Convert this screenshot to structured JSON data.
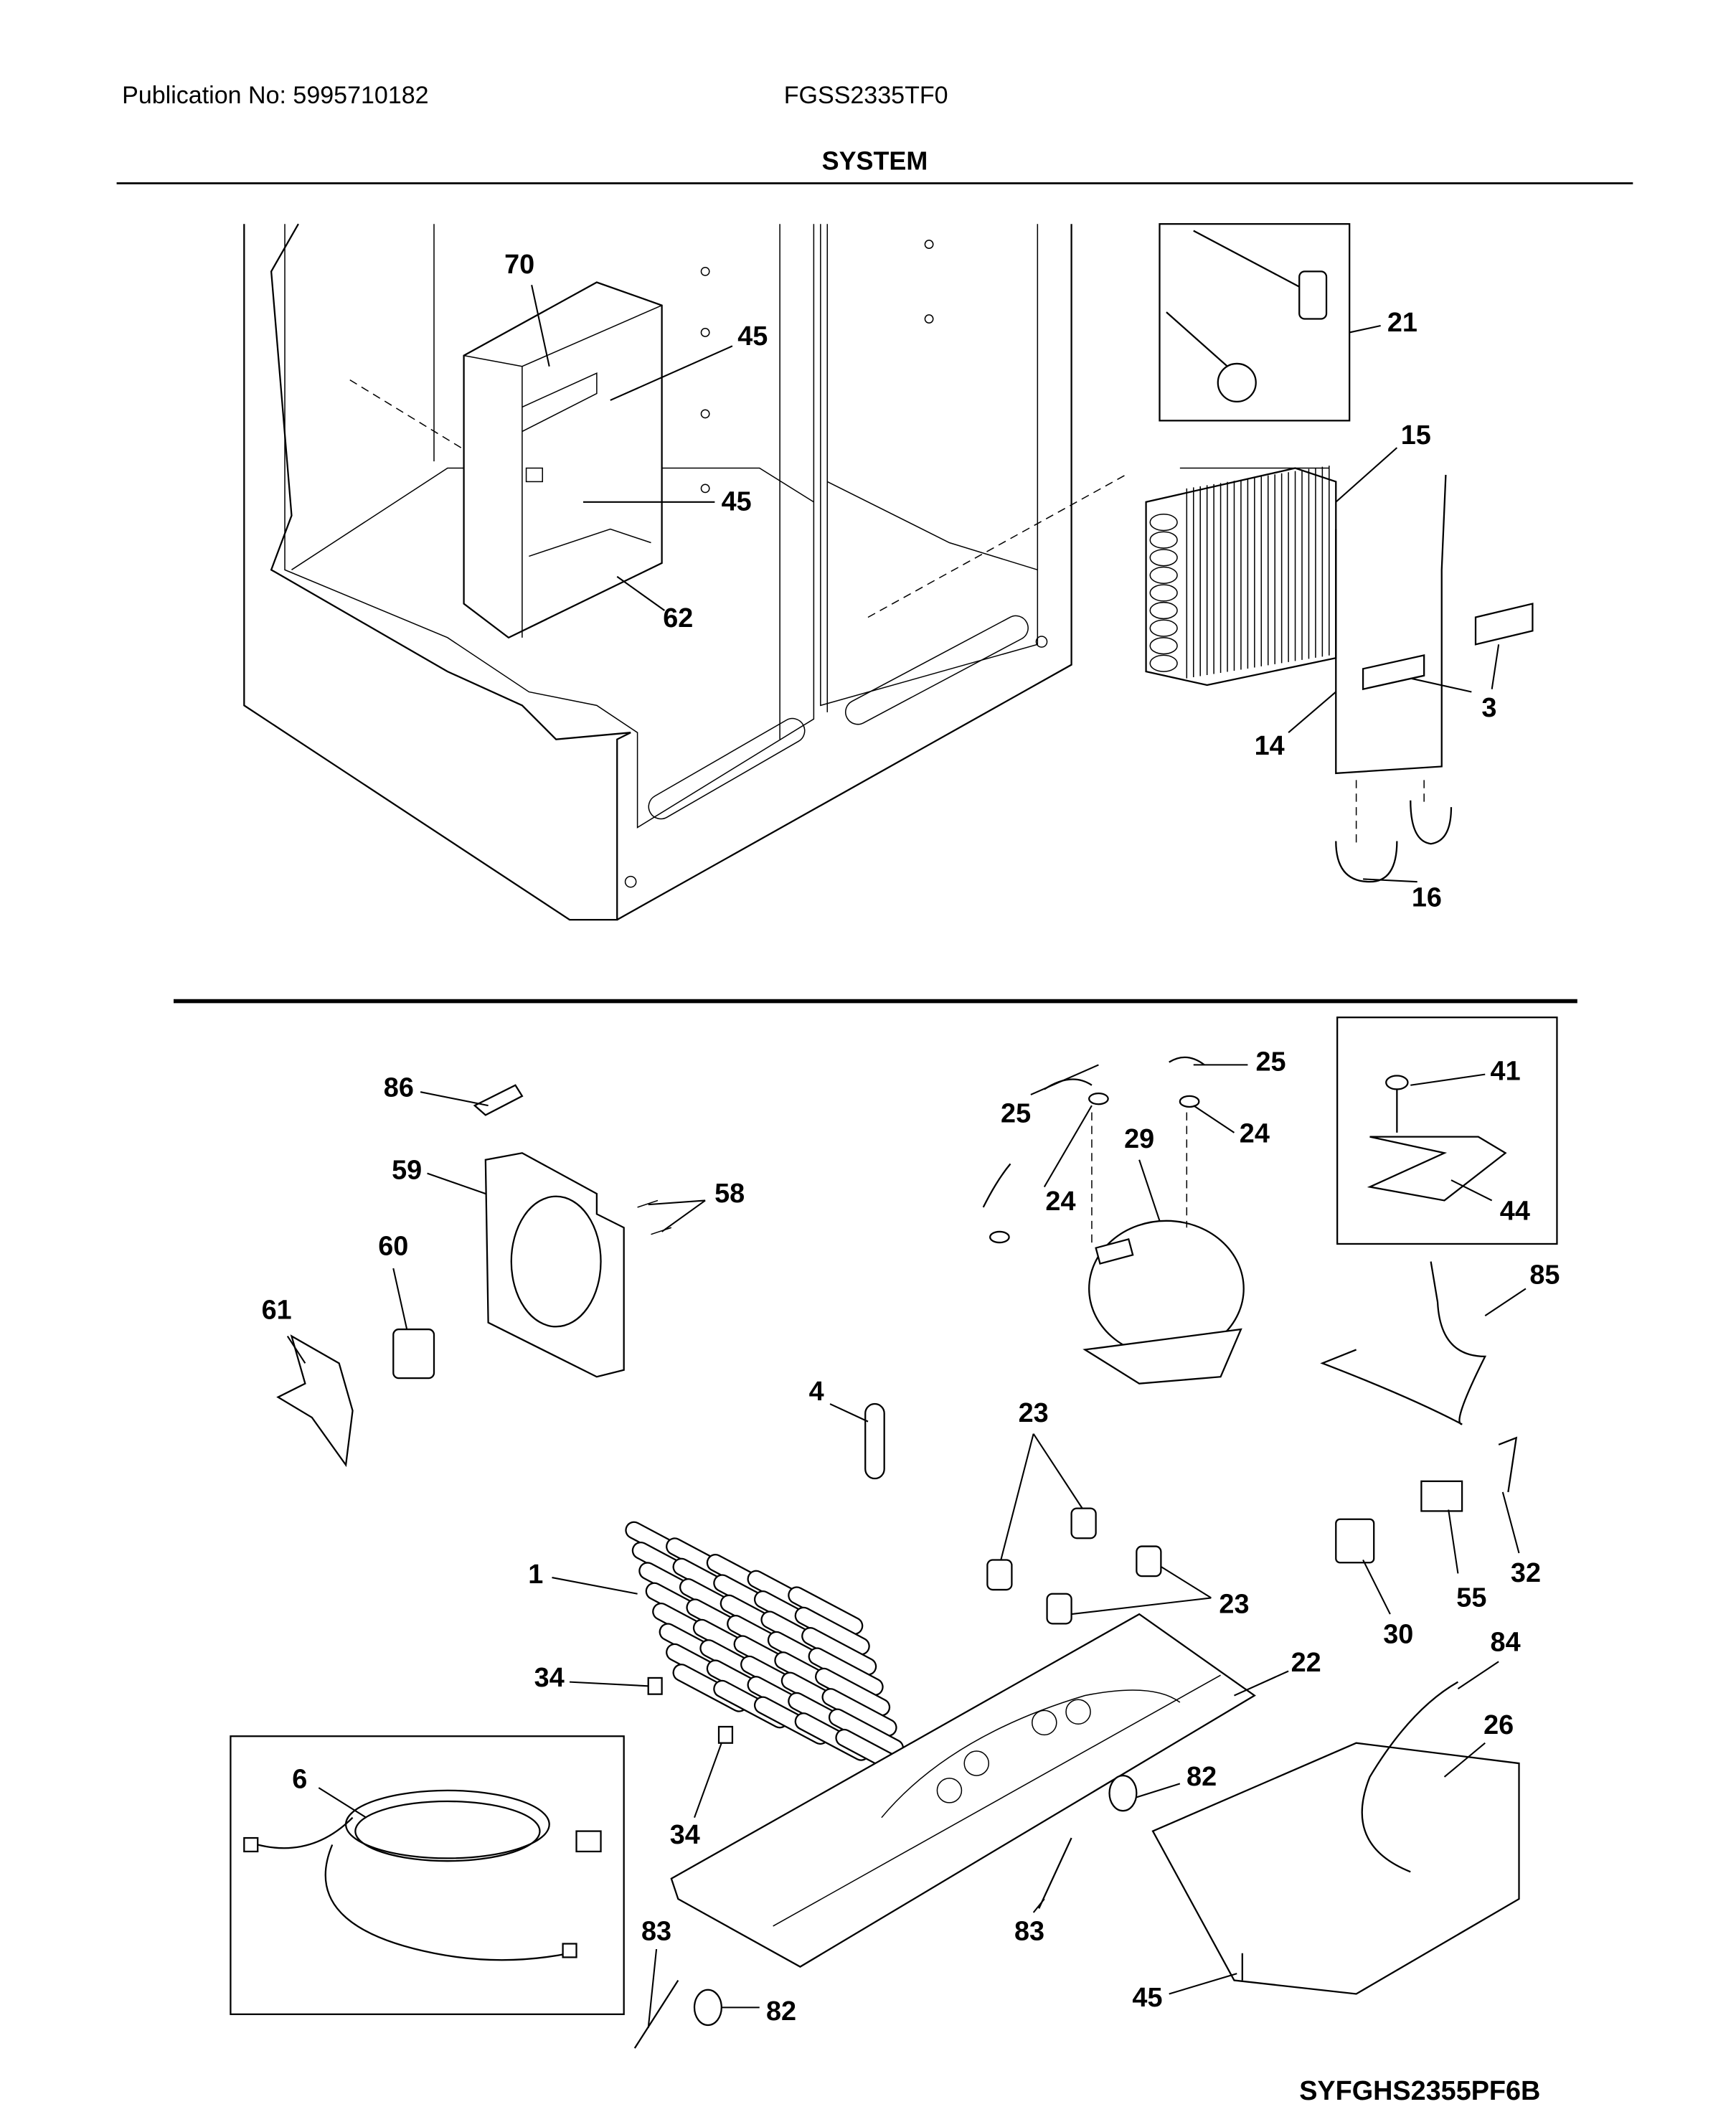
{
  "header": {
    "publication": "Publication No: 5995710182",
    "model": "FGSS2335TF0",
    "section_title": "SYSTEM"
  },
  "footer": {
    "diagram_code": "SYFGHS2355PF6B"
  },
  "parts": {
    "top": [
      "70",
      "45",
      "45",
      "62",
      "21",
      "15",
      "3",
      "14",
      "16"
    ],
    "bottom": [
      "86",
      "59",
      "58",
      "60",
      "61",
      "4",
      "25",
      "25",
      "24",
      "24",
      "29",
      "41",
      "44",
      "85",
      "23",
      "23",
      "1",
      "55",
      "32",
      "30",
      "22",
      "84",
      "26",
      "34",
      "34",
      "6",
      "82",
      "82",
      "83",
      "83",
      "45"
    ]
  }
}
